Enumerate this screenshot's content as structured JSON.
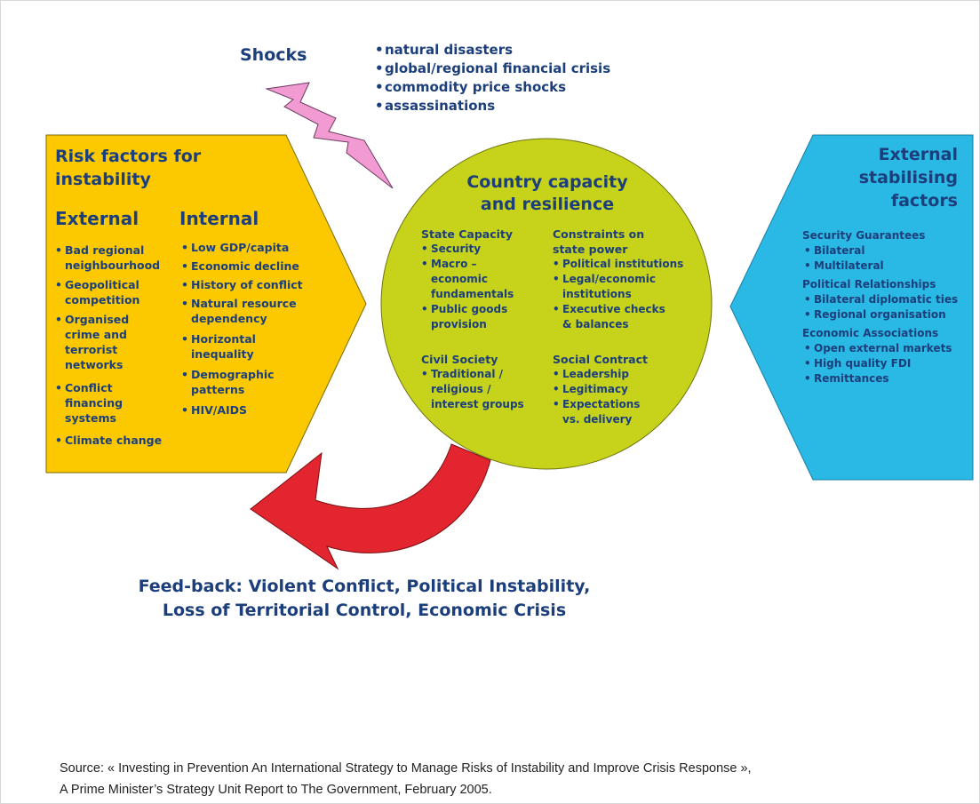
{
  "shocks": {
    "title": "Shocks",
    "items": [
      "natural disasters",
      "global/regional financial crisis",
      "commodity price shocks",
      "assassinations"
    ]
  },
  "risk_factors": {
    "title_line1": "Risk factors for",
    "title_line2": "instability",
    "external": {
      "heading": "External",
      "items": [
        [
          "Bad regional",
          "neighbourhood"
        ],
        [
          "Geopolitical",
          "competition"
        ],
        [
          "Organised",
          "crime and",
          "terrorist",
          "networks"
        ],
        [
          "Conflict",
          "financing",
          "systems"
        ],
        [
          "Climate change"
        ]
      ]
    },
    "internal": {
      "heading": "Internal",
      "items": [
        [
          "Low GDP/capita"
        ],
        [
          "Economic decline"
        ],
        [
          "History of conflict"
        ],
        [
          "Natural resource",
          "dependency"
        ],
        [
          "Horizontal",
          "inequality"
        ],
        [
          "Demographic",
          "patterns"
        ],
        [
          "HIV/AIDS"
        ]
      ]
    }
  },
  "capacity": {
    "title_line1": "Country capacity",
    "title_line2": "and resilience",
    "state_capacity": {
      "heading": "State Capacity",
      "items": [
        [
          "Security"
        ],
        [
          "Macro –",
          "economic",
          "fundamentals"
        ],
        [
          "Public goods",
          "provision"
        ]
      ]
    },
    "constraints": {
      "heading_line1": "Constraints on",
      "heading_line2": "state power",
      "items": [
        [
          "Political institutions"
        ],
        [
          "Legal/economic",
          "institutions"
        ],
        [
          "Executive checks",
          "& balances"
        ]
      ]
    },
    "civil_society": {
      "heading": "Civil Society",
      "items": [
        [
          "Traditional /",
          "religious /",
          "interest groups"
        ]
      ]
    },
    "social_contract": {
      "heading": "Social Contract",
      "items": [
        [
          "Leadership"
        ],
        [
          "Legitimacy"
        ],
        [
          "Expectations",
          "vs. delivery"
        ]
      ]
    }
  },
  "external_stabilising": {
    "title_line1": "External",
    "title_line2": "stabilising",
    "title_line3": "factors",
    "groups": [
      {
        "heading": "Security Guarantees",
        "items": [
          "Bilateral",
          "Multilateral"
        ]
      },
      {
        "heading": "Political Relationships",
        "items": [
          "Bilateral diplomatic ties",
          "Regional organisation"
        ]
      },
      {
        "heading": "Economic Associations",
        "items": [
          "Open external markets",
          "High quality FDI",
          "Remittances"
        ]
      }
    ]
  },
  "feedback": {
    "line1": "Feed-back: Violent Conflict, Political Instability,",
    "line2": "Loss of Territorial Control, Economic Crisis"
  },
  "source": {
    "line1": "Source: « Investing in Prevention An International Strategy to Manage Risks of Instability and Improve Crisis Response »,",
    "line2": "A Prime Minister’s Strategy Unit Report to The Government, February 2005."
  },
  "colors": {
    "risk_panel": "#fcc900",
    "capacity_circle": "#c7d21a",
    "external_panel": "#2ab8e4",
    "feedback_arrow": "#e2252f",
    "lightning": "#f29bd3",
    "text": "#1c3f7c"
  }
}
